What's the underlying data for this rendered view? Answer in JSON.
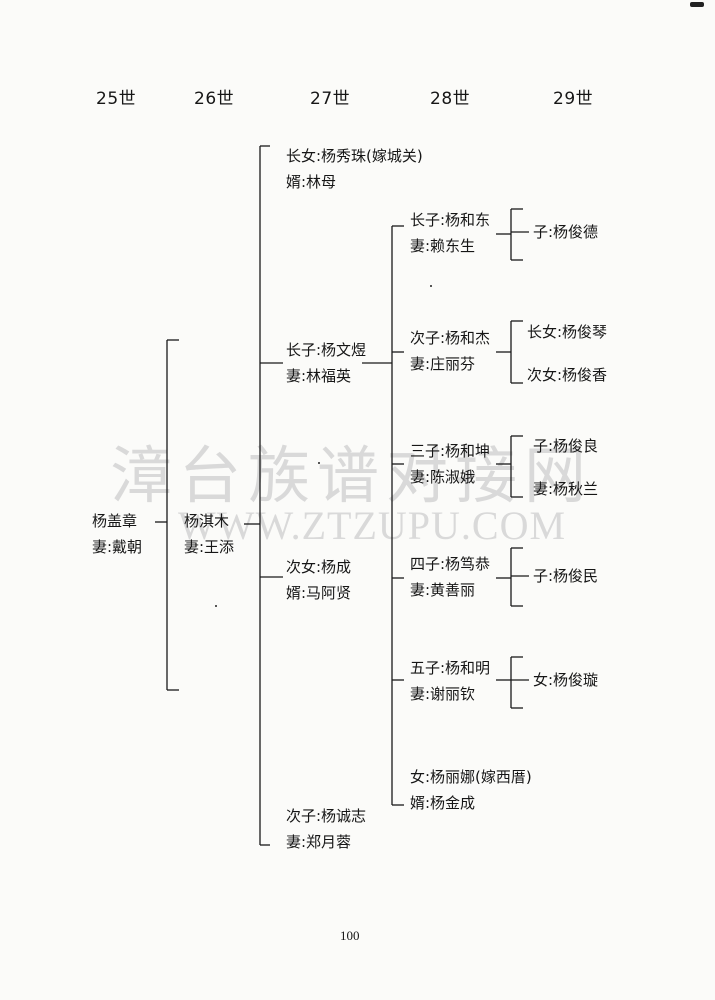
{
  "generations": [
    "25世",
    "26世",
    "27世",
    "28世",
    "29世"
  ],
  "watermark": {
    "chinese": "漳台族谱对接网",
    "english": "WWW.ZTZUPU.COM"
  },
  "tree": {
    "g25": {
      "name": "杨盖章",
      "spouse": "妻:戴朝"
    },
    "g26": {
      "name": "杨淇木",
      "spouse": "妻:王添"
    },
    "g27": [
      {
        "name": "长女:杨秀珠(嫁城关)",
        "spouse": "婿:林母"
      },
      {
        "name": "长子:杨文煜",
        "spouse": "妻:林福英"
      },
      {
        "name": "次女:杨成",
        "spouse": "婿:马阿贤"
      },
      {
        "name": "次子:杨诚志",
        "spouse": "妻:郑月蓉"
      }
    ],
    "g28": [
      {
        "name": "长子:杨和东",
        "spouse": "妻:赖东生"
      },
      {
        "name": "次子:杨和杰",
        "spouse": "妻:庄丽芬"
      },
      {
        "name": "三子:杨和坤",
        "spouse": "妻:陈淑娥"
      },
      {
        "name": "四子:杨笃恭",
        "spouse": "妻:黄善丽"
      },
      {
        "name": "五子:杨和明",
        "spouse": "妻:谢丽钦"
      },
      {
        "name": "女:杨丽娜(嫁西厝)",
        "spouse": "婿:杨金成"
      }
    ],
    "g29": [
      "子:杨俊德",
      "长女:杨俊琴",
      "次女:杨俊香",
      "子:杨俊良",
      "妻:杨秋兰",
      "子:杨俊民",
      "女:杨俊璇"
    ]
  },
  "page_number": "100"
}
